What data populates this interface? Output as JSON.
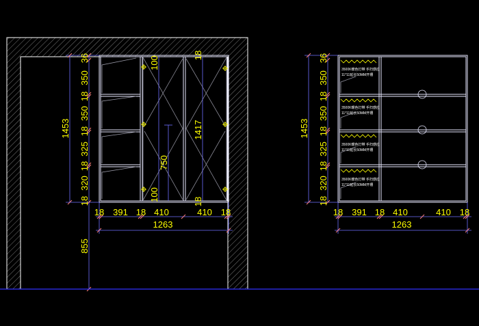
{
  "colors": {
    "background": "#000000",
    "wall": "#ffffff",
    "hatch": "#7a7a7a",
    "cabinet": "#e8e8ff",
    "dimension_line": "#7070ff",
    "dimension_text": "#ffff00",
    "tick": "#ff8080",
    "floor": "#3030ff",
    "hardware": "#ffff00",
    "led": "#ffff00",
    "note_text": "#ffffff"
  },
  "left_elevation": {
    "total_height": "1453",
    "height_segments": [
      "36",
      "350",
      "18",
      "350",
      "18",
      "325",
      "18",
      "320",
      "18"
    ],
    "door_overall_height": "1417",
    "door_top_offset": "100",
    "door_bottom_offset": "100",
    "mid_panel_height": "750",
    "right_edge_top": "18",
    "right_edge_bottom": "18",
    "width_segments": [
      "18",
      "391",
      "18",
      "410",
      "410",
      "18"
    ],
    "total_width": "1263",
    "mounting_height": "855"
  },
  "right_elevation": {
    "total_height": "1453",
    "height_segments": [
      "36",
      "350",
      "18",
      "350",
      "18",
      "325",
      "18",
      "320",
      "18"
    ],
    "width_segments": [
      "18",
      "391",
      "18",
      "410",
      "410",
      "18"
    ],
    "total_width": "1263",
    "shelf_notes": [
      {
        "line1": "3500K暖色灯带  手扫感应",
        "line2": "11*11延长50MM开槽"
      },
      {
        "line1": "3500K暖色灯带  手扫感应",
        "line2": "11*11延长50MM开槽"
      },
      {
        "line1": "3500K暖色灯带  手扫感应",
        "line2": "11*11延长50MM开槽"
      },
      {
        "line1": "3500K暖色灯带  手扫感应",
        "line2": "11*11延长50MM开槽"
      }
    ]
  }
}
